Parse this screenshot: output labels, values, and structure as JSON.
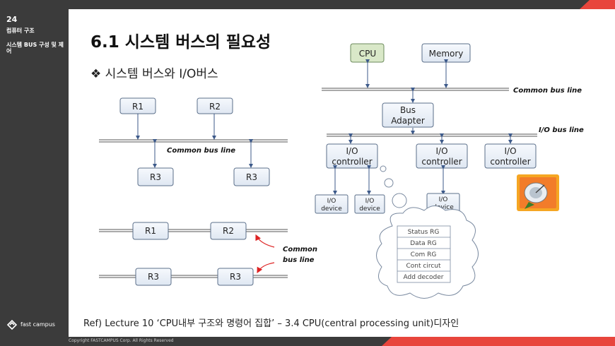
{
  "sidebar": {
    "lecture_number": "24",
    "course_name": "컴퓨터 구조",
    "chapter_title": "시스템 BUS 구성 및 제어",
    "logo_text": "fast campus"
  },
  "title": "6.1  시스템 버스의 필요성",
  "subtitle": "❖ 시스템 버스와 I/O버스",
  "left_diagram": {
    "top_registers": [
      "R1",
      "R2"
    ],
    "bottom_registers": [
      "R3",
      "R3"
    ],
    "bus_label": "Common bus line",
    "compact_row1": [
      "R1",
      "R2"
    ],
    "compact_row2": [
      "R3",
      "R3"
    ],
    "annotation": [
      "Common",
      "bus line"
    ]
  },
  "right_diagram": {
    "cpu": "CPU",
    "memory": "Memory",
    "common_bus_label": "Common bus line",
    "bus_adapter": [
      "Bus",
      "Adapter"
    ],
    "io_bus_label": "I/O bus line",
    "io_controllers": [
      [
        "I/O",
        "controller"
      ],
      [
        "I/O",
        "controller"
      ],
      [
        "I/O",
        "controller"
      ]
    ],
    "io_devices": [
      [
        "I/O",
        "device"
      ],
      [
        "I/O",
        "device"
      ],
      [
        "I/O",
        "device"
      ]
    ],
    "controller_registers": [
      "Status RG",
      "Data RG",
      "Com RG",
      "Cont circut",
      "Add decoder"
    ]
  },
  "reference": "Ref) Lecture 10 ‘CPU내부 구조와 명령어 집합’ – 3.4 CPU(central processing unit)디자인",
  "footer": {
    "copyright": "Copyright FASTCAMPUS Corp. All Rights Reserved"
  },
  "colors": {
    "sidebar_bg": "#3b3b3b",
    "accent_red": "#e8453c",
    "cpu_fill": "#d9e8c8",
    "box_fill": "#eaf0f8",
    "box_stroke": "#5b6f8a",
    "arrow": "#3d5a8a"
  },
  "icons": {
    "logo": "fastcampus-logo-icon",
    "decoration": "satellite-dish-icon"
  }
}
